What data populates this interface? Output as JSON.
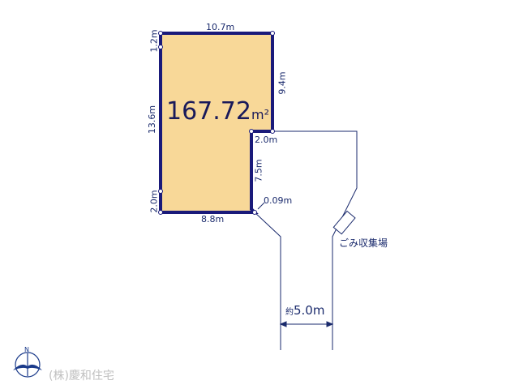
{
  "plot": {
    "area_value": "167.72",
    "area_unit": "m²",
    "dimensions": {
      "top": "10.7m",
      "right_upper": "9.4m",
      "step": "2.0m",
      "right_lower": "7.5m",
      "corner_cut": "0.09m",
      "bottom": "8.8m",
      "left_top": "1.2m",
      "left_middle": "13.6m",
      "left_bottom": "2.0m"
    },
    "fill_color": "#f8d898",
    "border_color": "#1a1a7a"
  },
  "road": {
    "width_prefix": "約",
    "width_value": "5.0m",
    "garbage_label": "ごみ収集場"
  },
  "compass": {
    "letter": "N"
  },
  "company": {
    "name": "(株)慶和住宅"
  }
}
